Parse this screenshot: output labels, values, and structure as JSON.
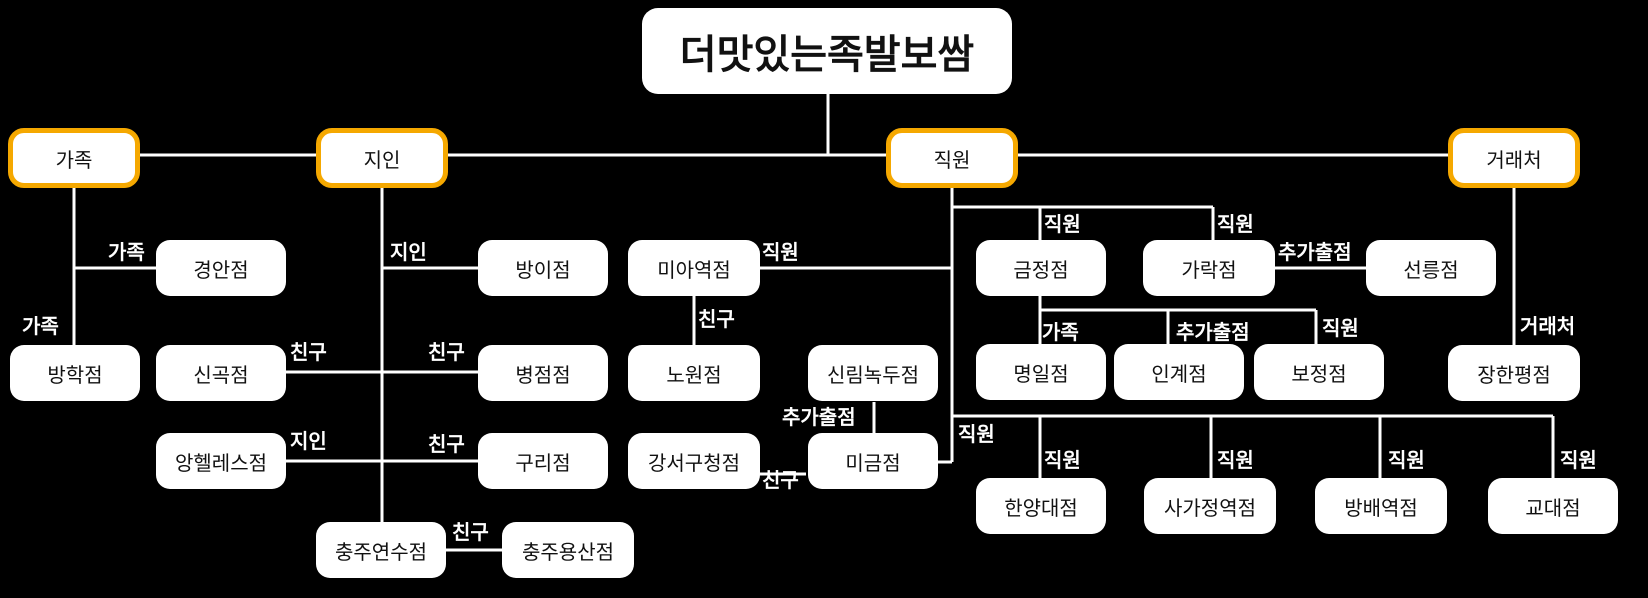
{
  "root": "더맛있는족발보쌈",
  "categories": {
    "family": "가족",
    "acquaintance": "지인",
    "employee": "직원",
    "partner": "거래처"
  },
  "stores": {
    "gyeongan": "경안점",
    "banghak": "방학점",
    "bangi": "방이점",
    "singok": "신곡점",
    "byeongjeom": "병점점",
    "angheles": "앙헬레스점",
    "guri": "구리점",
    "chungju_yeonsu": "충주연수점",
    "chungju_yongsan": "충주용산점",
    "miayeok": "미아역점",
    "nowon": "노원점",
    "sillim": "신림녹두점",
    "gangseo": "강서구청점",
    "migeum": "미금점",
    "geumjeong": "금정점",
    "garak": "가락점",
    "seolleung": "선릉점",
    "myeongil": "명일점",
    "ingye": "인계점",
    "bojeong": "보정점",
    "janghan": "장한평점",
    "hanyang": "한양대점",
    "sagajeong": "사가정역점",
    "bangbae": "방배역점",
    "gyodae": "교대점"
  },
  "relations": {
    "family": "가족",
    "acquaintance": "지인",
    "friend": "친구",
    "employee": "직원",
    "extra_store": "추가출점",
    "partner": "거래처"
  }
}
